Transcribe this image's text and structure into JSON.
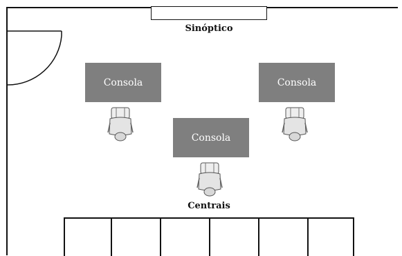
{
  "room": {
    "synoptic_label": "Sinóptico",
    "centrals_label": "Centrais"
  },
  "consoles": [
    {
      "label": "Consola"
    },
    {
      "label": "Consola"
    },
    {
      "label": "Consola"
    }
  ],
  "operators": [
    {
      "icon": "operator-seated-icon"
    },
    {
      "icon": "operator-seated-icon"
    },
    {
      "icon": "operator-seated-icon"
    }
  ],
  "racks": {
    "count": 6
  },
  "colors": {
    "wall": "#111111",
    "console_fill": "#7f7f7f",
    "console_text": "#ffffff"
  }
}
